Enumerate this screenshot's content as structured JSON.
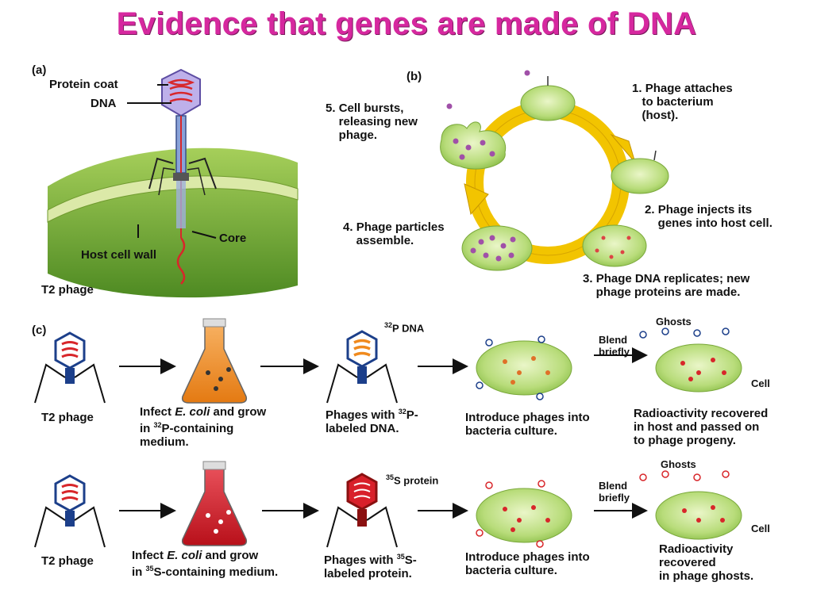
{
  "title": "Evidence that genes are made of DNA",
  "panel_a": {
    "tag": "(a)",
    "labels": {
      "protein_coat": "Protein coat",
      "dna": "DNA",
      "core": "Core",
      "host_cell_wall": "Host cell wall",
      "t2_phage": "T2 phage"
    }
  },
  "panel_b": {
    "tag": "(b)",
    "steps": [
      {
        "n": "1.",
        "text_l1": "Phage attaches",
        "text_l2": "to bacterium",
        "text_l3": "(host)."
      },
      {
        "n": "2.",
        "text_l1": "Phage injects its",
        "text_l2": "genes into host cell."
      },
      {
        "n": "3.",
        "text_l1": "Phage DNA replicates; new",
        "text_l2": "phage proteins are made."
      },
      {
        "n": "4.",
        "text_l1": "Phage particles",
        "text_l2": "assemble."
      },
      {
        "n": "5.",
        "text_l1": "Cell bursts,",
        "text_l2": "releasing new",
        "text_l3": "phage."
      }
    ]
  },
  "panel_c": {
    "tag": "(c)",
    "rows": [
      {
        "t2": "T2 phage",
        "infect_pre": "Infect ",
        "infect_italic": "E. coli",
        "infect_post": " and grow",
        "medium_pre": "in ",
        "medium_iso": "32",
        "medium_l1": "P-containing",
        "medium_l2": "medium.",
        "phage_label_iso": "32",
        "phage_label": "P DNA",
        "phages_with_pre": "Phages with ",
        "phages_with_iso": "32",
        "phages_with_post": "P-",
        "phages_with_l2": "labeled DNA.",
        "introduce_l1": "Introduce phages into",
        "introduce_l2": "bacteria culture.",
        "blend_l1": "Blend",
        "blend_l2": "briefly",
        "ghosts": "Ghosts",
        "cell": "Cell",
        "result_l1": "Radioactivity recovered",
        "result_l2": "in host and passed on",
        "result_l3": "to phage progeny."
      },
      {
        "t2": "T2 phage",
        "infect_pre": "Infect ",
        "infect_italic": "E. coli",
        "infect_post": " and grow",
        "medium_pre": "in ",
        "medium_iso": "35",
        "medium_l1": "S-containing medium.",
        "phage_label_iso": "35",
        "phage_label": "S protein",
        "phages_with_pre": "Phages with ",
        "phages_with_iso": "35",
        "phages_with_post": "S-",
        "phages_with_l2": "labeled protein.",
        "introduce_l1": "Introduce phages into",
        "introduce_l2": "bacteria culture.",
        "blend_l1": "Blend",
        "blend_l2": "briefly",
        "ghosts": "Ghosts",
        "cell": "Cell",
        "result_l1": "Radioactivity",
        "result_l2": "recovered",
        "result_l3": "in phage ghosts."
      }
    ]
  },
  "colors": {
    "title": "#d6289f",
    "bacterium": "#b8dc7a",
    "arrow_cycle": "#f2c400",
    "phosphorus_medium": "#f08a1e",
    "sulfur_medium": "#d8202a",
    "phage_head_blue": "#1c3f8a"
  }
}
